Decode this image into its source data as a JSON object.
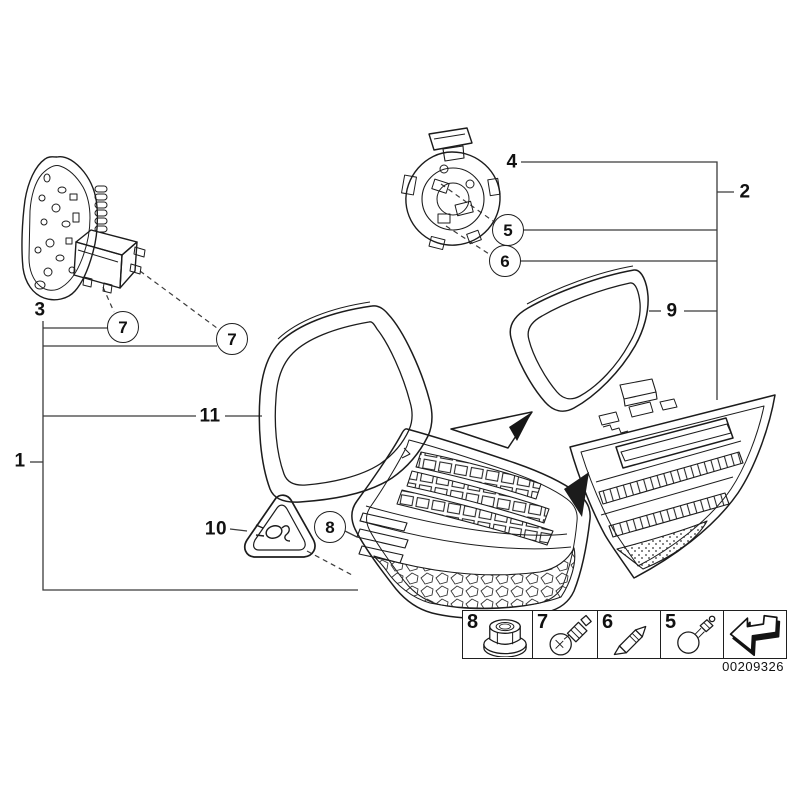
{
  "diagram": {
    "labels": {
      "n1": "1",
      "n2": "2",
      "n3": "3",
      "n4": "4",
      "n9": "9",
      "n10": "10",
      "n11": "11"
    },
    "callouts": {
      "c5": "5",
      "c6": "6",
      "c7a": "7",
      "c7b": "7",
      "c8": "8"
    },
    "legend": {
      "items": [
        {
          "num": "8",
          "icon": "flange-nut-icon"
        },
        {
          "num": "7",
          "icon": "bulb-with-socket-icon"
        },
        {
          "num": "6",
          "icon": "festoon-bulb-icon"
        },
        {
          "num": "5",
          "icon": "glass-wedge-bulb-icon"
        },
        {
          "num": "",
          "icon": "direction-arrow-icon"
        }
      ],
      "part_number": "00209326"
    },
    "colors": {
      "background": "#ffffff",
      "line": "#1c1c1c",
      "leader": "#3b3b3b"
    }
  }
}
